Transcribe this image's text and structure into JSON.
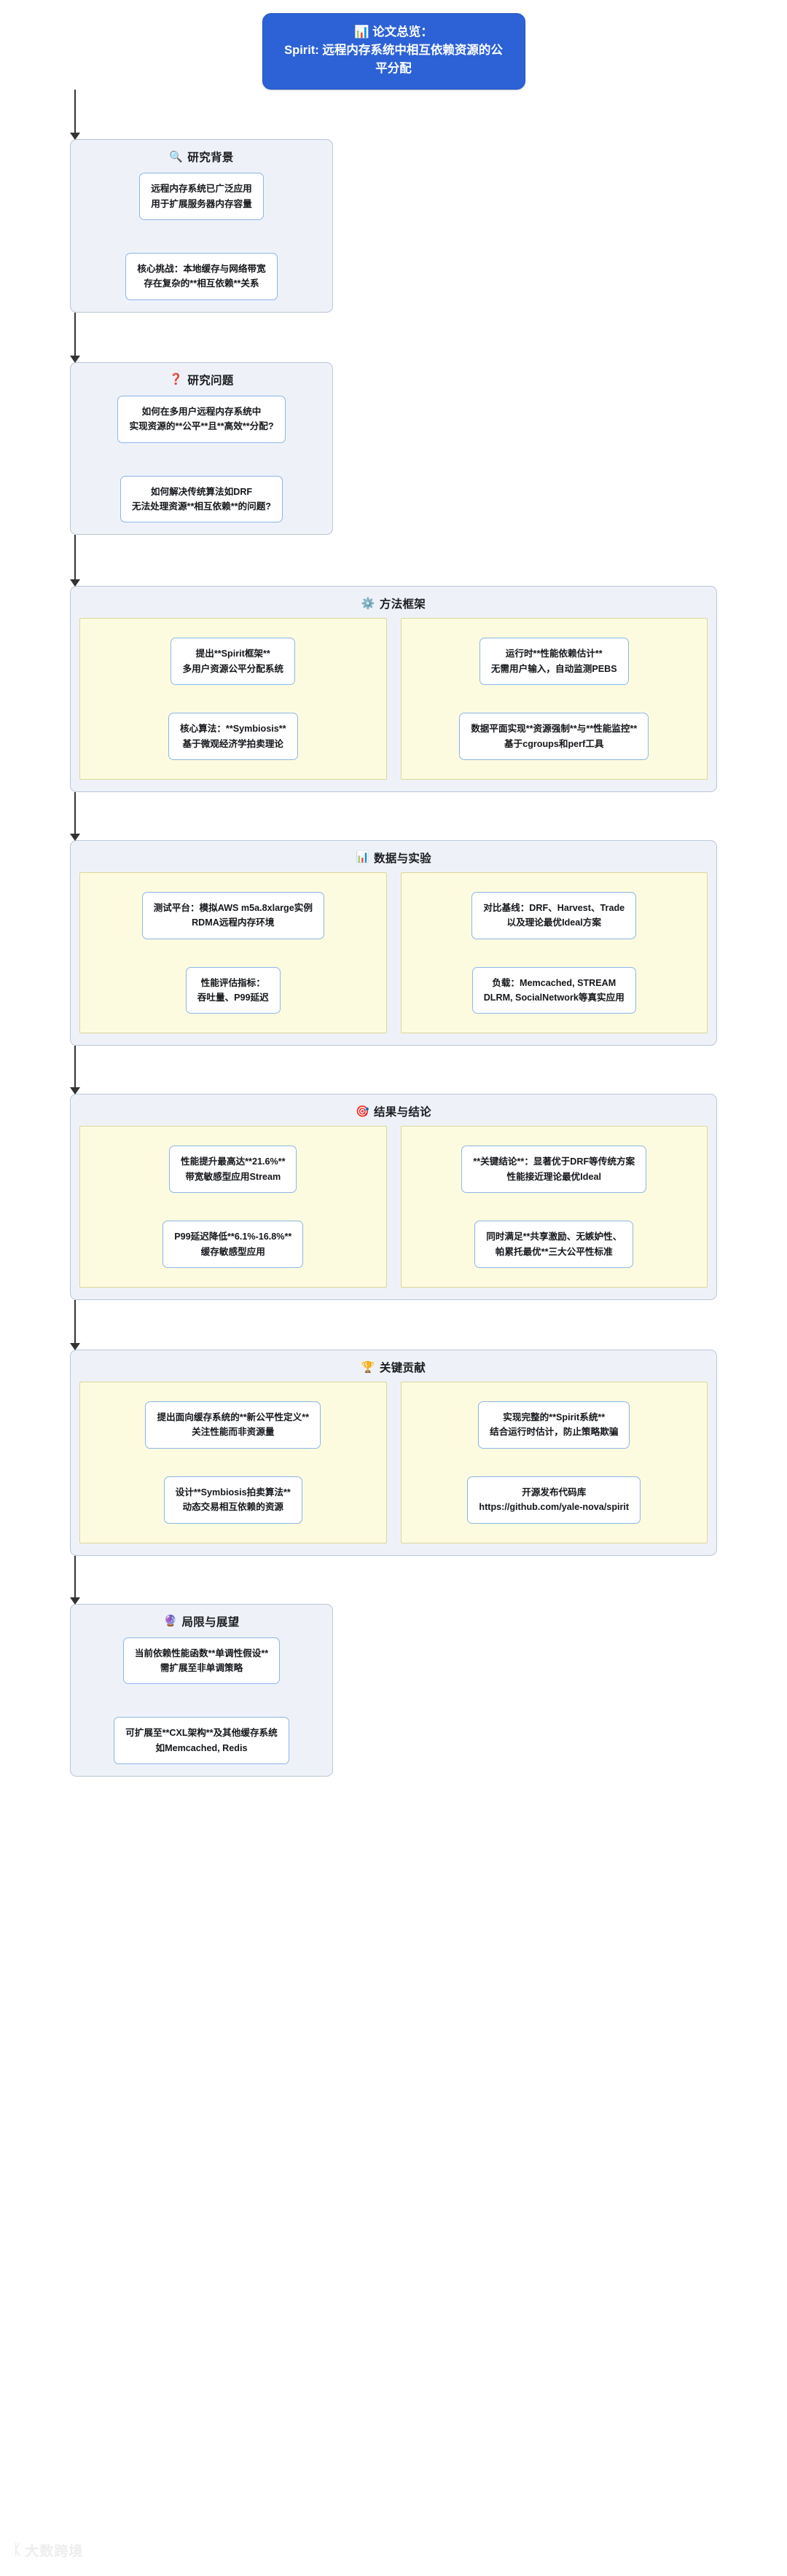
{
  "title": {
    "icon": "bar-chart-emoji",
    "line1": "📊 论文总览：",
    "line2": "Spirit: 远程内存系统中相互依赖资源的公平分配"
  },
  "colors": {
    "title_bg": "#2c62d6",
    "title_text": "#ffffff",
    "section_bg": "#eef2f8",
    "section_border": "#b9c6da",
    "column_bg": "#fdfbdf",
    "column_border": "#dcd69a",
    "node_bg": "#ffffff",
    "node_border": "#8cb6e8",
    "arrow": "#333333"
  },
  "watermark": {
    "mark": "ᛕ",
    "text": "大数跨境"
  },
  "sections": [
    {
      "id": "background",
      "layout": "single",
      "icon": "magnifier-emoji",
      "icon_glyph": "🔍",
      "title": "研究背景",
      "nodes": [
        {
          "lines": [
            "远程内存系统已广泛应用",
            "用于扩展服务器内存容量"
          ]
        },
        {
          "lines": [
            "核心挑战：本地缓存与网络带宽",
            "存在复杂的**相互依赖**关系"
          ]
        }
      ]
    },
    {
      "id": "research-question",
      "layout": "single",
      "icon": "question-mark-emoji",
      "icon_glyph": "❓",
      "title": "研究问题",
      "nodes": [
        {
          "lines": [
            "如何在多用户远程内存系统中",
            "实现资源的**公平**且**高效**分配?"
          ]
        },
        {
          "lines": [
            "如何解决传统算法如DRF",
            "无法处理资源**相互依赖**的问题?"
          ]
        }
      ]
    },
    {
      "id": "method-framework",
      "layout": "two-column",
      "icon": "gear-emoji",
      "icon_glyph": "⚙️",
      "title": "方法框架",
      "columns": [
        {
          "nodes": [
            {
              "lines": [
                "提出**Spirit框架**",
                "多用户资源公平分配系统"
              ]
            },
            {
              "lines": [
                "核心算法：**Symbiosis**",
                "基于微观经济学拍卖理论"
              ]
            }
          ]
        },
        {
          "nodes": [
            {
              "lines": [
                "运行时**性能依赖估计**",
                "无需用户输入，自动监测PEBS"
              ]
            },
            {
              "lines": [
                "数据平面实现**资源强制**与**性能监控**",
                "基于cgroups和perf工具"
              ]
            }
          ]
        }
      ]
    },
    {
      "id": "data-experiment",
      "layout": "two-column",
      "icon": "bar-chart-emoji",
      "icon_glyph": "📊",
      "title": "数据与实验",
      "columns": [
        {
          "nodes": [
            {
              "lines": [
                "测试平台：模拟AWS m5a.8xlarge实例",
                "RDMA远程内存环境"
              ]
            },
            {
              "lines": [
                "性能评估指标：",
                "吞吐量、P99延迟"
              ]
            }
          ]
        },
        {
          "nodes": [
            {
              "lines": [
                "对比基线：DRF、Harvest、Trade",
                "以及理论最优Ideal方案"
              ]
            },
            {
              "lines": [
                "负载：Memcached, STREAM",
                "DLRM, SocialNetwork等真实应用"
              ]
            }
          ]
        }
      ]
    },
    {
      "id": "results-conclusion",
      "layout": "two-column",
      "icon": "target-emoji",
      "icon_glyph": "🎯",
      "title": "结果与结论",
      "columns": [
        {
          "nodes": [
            {
              "lines": [
                "性能提升最高达**21.6%**",
                "带宽敏感型应用Stream"
              ]
            },
            {
              "lines": [
                "P99延迟降低**6.1%-16.8%**",
                "缓存敏感型应用"
              ]
            }
          ]
        },
        {
          "nodes": [
            {
              "lines": [
                "**关键结论**：显著优于DRF等传统方案",
                "性能接近理论最优Ideal"
              ]
            },
            {
              "lines": [
                "同时满足**共享激励、无嫉妒性、",
                "帕累托最优**三大公平性标准"
              ]
            }
          ]
        }
      ]
    },
    {
      "id": "key-contributions",
      "layout": "two-column",
      "icon": "trophy-emoji",
      "icon_glyph": "🏆",
      "title": "关键贡献",
      "columns": [
        {
          "nodes": [
            {
              "lines": [
                "提出面向缓存系统的**新公平性定义**",
                "关注性能而非资源量"
              ]
            },
            {
              "lines": [
                "设计**Symbiosis拍卖算法**",
                "动态交易相互依赖的资源"
              ]
            }
          ]
        },
        {
          "nodes": [
            {
              "lines": [
                "实现完整的**Spirit系统**",
                "结合运行时估计，防止策略欺骗"
              ]
            },
            {
              "lines": [
                "开源发布代码库",
                "https://github.com/yale-nova/spirit"
              ]
            }
          ]
        }
      ]
    },
    {
      "id": "limitations-outlook",
      "layout": "single",
      "icon": "crystal-ball-emoji",
      "icon_glyph": "🔮",
      "title": "局限与展望",
      "nodes": [
        {
          "lines": [
            "当前依赖性能函数**单调性假设**",
            "需扩展至非单调策略"
          ]
        },
        {
          "lines": [
            "可扩展至**CXL架构**及其他缓存系统",
            "如Memcached, Redis"
          ]
        }
      ]
    }
  ]
}
